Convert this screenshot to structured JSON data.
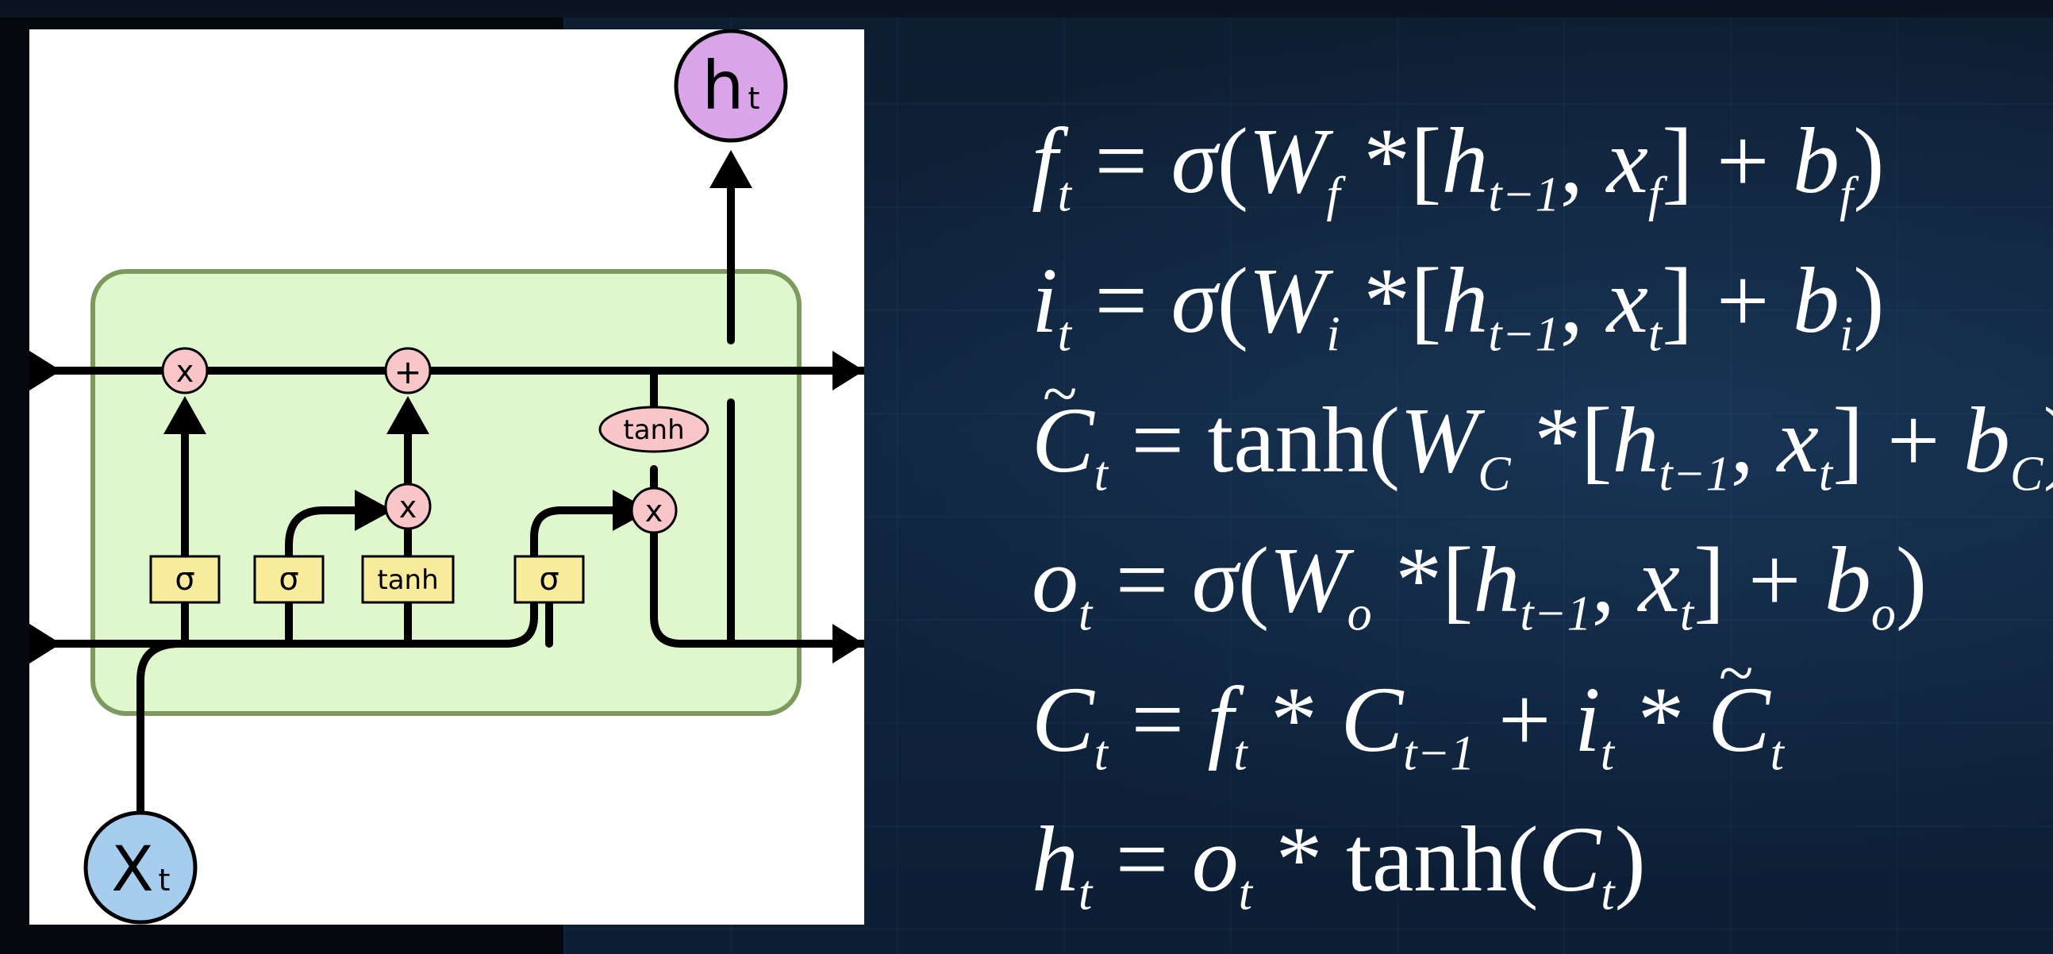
{
  "diagram": {
    "output_label": "h",
    "output_sub": "t",
    "input_label": "X",
    "input_sub": "t",
    "gates": [
      "σ",
      "σ",
      "tanh",
      "σ"
    ],
    "ops": {
      "forget_mul": "x",
      "cell_add": "+",
      "input_mul": "x",
      "output_mul": "x",
      "cell_tanh": "tanh"
    }
  },
  "equations": {
    "forget": {
      "lhs": "f",
      "lhs_sub": "t",
      "fn": "σ",
      "w_sub": "f",
      "h_sub": "t−1",
      "x_sub": "f",
      "b_sub": "f"
    },
    "input": {
      "lhs": "i",
      "lhs_sub": "t",
      "fn": "σ",
      "w_sub": "i",
      "h_sub": "t−1",
      "x_sub": "t",
      "b_sub": "i"
    },
    "candidate": {
      "lhs": "C",
      "lhs_sub": "t",
      "fn": "tanh",
      "w_sub": "C",
      "h_sub": "t−1",
      "x_sub": "t",
      "b_sub": "C"
    },
    "output": {
      "lhs": "o",
      "lhs_sub": "t",
      "fn": "σ",
      "w_sub": "o",
      "h_sub": "t−1",
      "x_sub": "t",
      "b_sub": "o"
    },
    "cell": {
      "lhs": "C",
      "lhs_sub": "t",
      "f": "f",
      "f_sub": "t",
      "c_prev_sub": "t−1",
      "i": "i",
      "i_sub": "t",
      "c_tilde_sub": "t"
    },
    "hidden": {
      "lhs": "h",
      "lhs_sub": "t",
      "o": "o",
      "o_sub": "t",
      "fn": "tanh",
      "c_sub": "t"
    }
  },
  "colors": {
    "cell_fill": "#e0f6cc",
    "cell_stroke": "#7d9a5e",
    "op_fill": "#f8c6c8",
    "gate_fill": "#f8ec9c",
    "output_fill": "#d9a4e8",
    "input_fill": "#a7cdee"
  }
}
